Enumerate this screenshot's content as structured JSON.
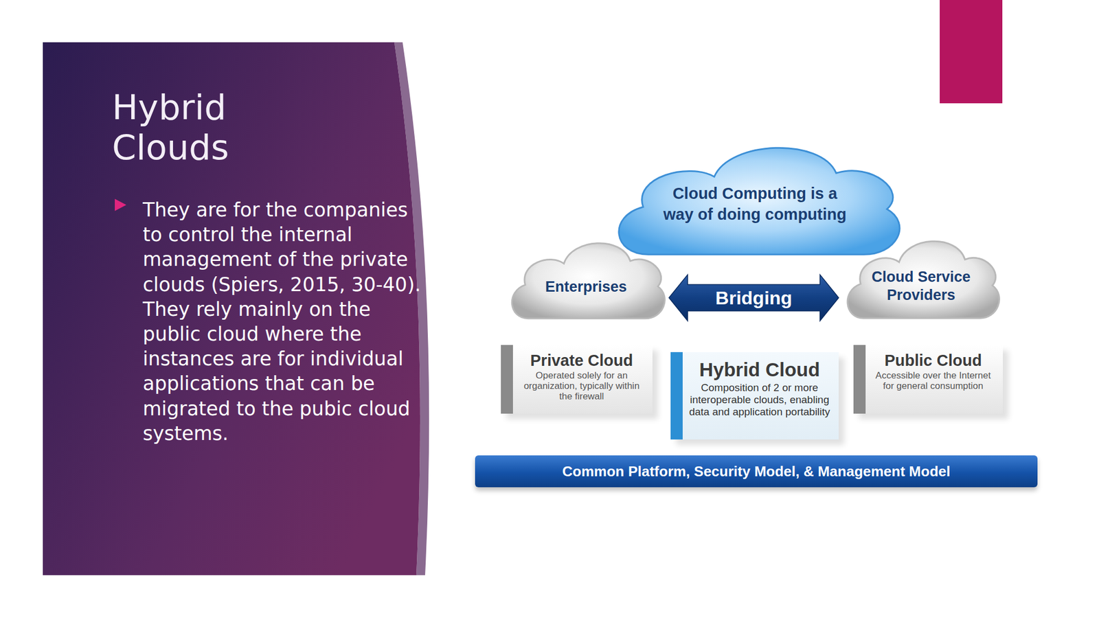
{
  "diagram": {
    "title": "Hybrid Clouds",
    "nodes": [
      {
        "text": [
          "They are for the companies to control the internal management of the private clouds (Spiers, 2015, 30-40). They rely mainly on the public cloud where the instances are for individual applications that can be migrated to the pubic cloud systems."
        ]
      },
      {
        "text": [
          "Cloud Computing is a way of doing computing"
        ]
      },
      {
        "text": [
          "Enterprises"
        ]
      },
      {
        "text": [
          "Cloud Service Providers"
        ]
      },
      {
        "text": [
          "Private Cloud",
          "Operated solely for an organization, typically within the firewall"
        ]
      },
      {
        "text": [
          "Hybrid Cloud",
          "Composition of 2 or more interoperable clouds, enabling data and application portability"
        ]
      },
      {
        "text": [
          "Public Cloud",
          "Accessible over the Internet for general consumption"
        ]
      },
      {
        "text": [
          "Common Platform, Security Model, & Management Model"
        ]
      }
    ],
    "edges": [
      {
        "from": 2,
        "to": 3,
        "label": "Bridging",
        "arrow": "both"
      }
    ]
  }
}
